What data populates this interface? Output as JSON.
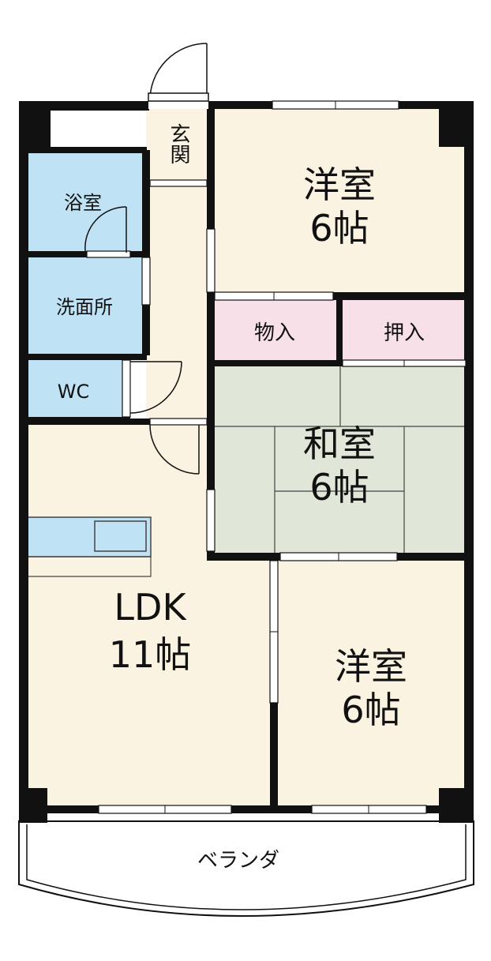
{
  "plan": {
    "rooms": {
      "western_room_top": {
        "name": "洋室",
        "size": "6帖"
      },
      "storage": {
        "name": "物入"
      },
      "closet": {
        "name": "押入"
      },
      "japanese_room": {
        "name": "和室",
        "size": "6帖"
      },
      "western_room_bottom": {
        "name": "洋室",
        "size": "6帖"
      },
      "ldk": {
        "name": "LDK",
        "size": "11帖"
      },
      "bathroom": {
        "name": "浴室"
      },
      "washroom": {
        "name": "洗面所"
      },
      "toilet": {
        "name": "WC"
      },
      "entrance": {
        "name": "玄関"
      },
      "veranda": {
        "name": "ベランダ"
      }
    },
    "colors": {
      "floor": "#fbf3e1",
      "wet_area": "#bfe3f5",
      "storage": "#f7e0e8",
      "tatami": "#e0e6d8",
      "wall": "#111111",
      "veranda": "#ffffff"
    }
  }
}
